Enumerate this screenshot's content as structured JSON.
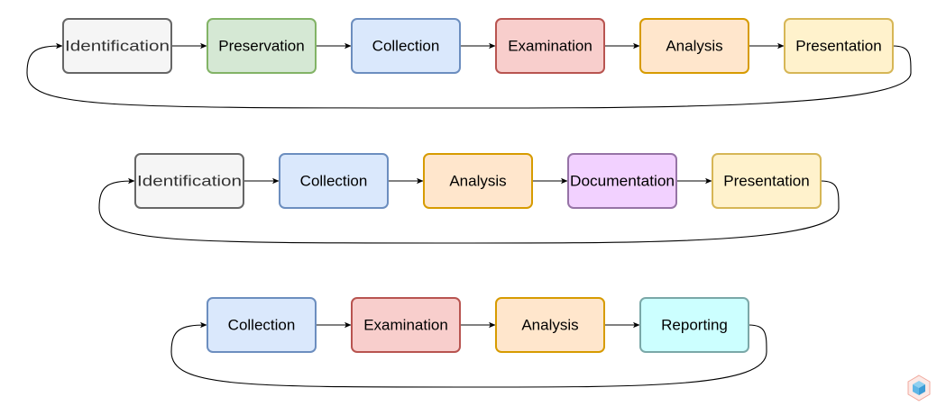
{
  "flows": [
    {
      "id": "flow-1",
      "steps": [
        {
          "label": "Identification",
          "fill": "#f5f5f5",
          "stroke": "#666666",
          "text_color": "#333333"
        },
        {
          "label": "Preservation",
          "fill": "#d5e8d4",
          "stroke": "#82b366",
          "text_color": "#000000"
        },
        {
          "label": "Collection",
          "fill": "#dae8fc",
          "stroke": "#6c8ebf",
          "text_color": "#000000"
        },
        {
          "label": "Examination",
          "fill": "#f8cecc",
          "stroke": "#b85450",
          "text_color": "#000000"
        },
        {
          "label": "Analysis",
          "fill": "#ffe6cc",
          "stroke": "#d79b00",
          "text_color": "#000000"
        },
        {
          "label": "Presentation",
          "fill": "#fff2cc",
          "stroke": "#d6b656",
          "text_color": "#000000"
        }
      ]
    },
    {
      "id": "flow-2",
      "steps": [
        {
          "label": "Identification",
          "fill": "#f5f5f5",
          "stroke": "#666666",
          "text_color": "#333333"
        },
        {
          "label": "Collection",
          "fill": "#dae8fc",
          "stroke": "#6c8ebf",
          "text_color": "#000000"
        },
        {
          "label": "Analysis",
          "fill": "#ffe6cc",
          "stroke": "#d79b00",
          "text_color": "#000000"
        },
        {
          "label": "Documentation",
          "fill": "#f2d1ff",
          "stroke": "#9673a6",
          "text_color": "#000000"
        },
        {
          "label": "Presentation",
          "fill": "#fff2cc",
          "stroke": "#d6b656",
          "text_color": "#000000"
        }
      ]
    },
    {
      "id": "flow-3",
      "steps": [
        {
          "label": "Collection",
          "fill": "#dae8fc",
          "stroke": "#6c8ebf",
          "text_color": "#000000"
        },
        {
          "label": "Examination",
          "fill": "#f8cecc",
          "stroke": "#b85450",
          "text_color": "#000000"
        },
        {
          "label": "Analysis",
          "fill": "#ffe6cc",
          "stroke": "#d79b00",
          "text_color": "#000000"
        },
        {
          "label": "Reporting",
          "fill": "#ccffff",
          "stroke": "#7aa8a8",
          "text_color": "#000000"
        }
      ]
    }
  ],
  "watermark_icon": "cube-logo-icon"
}
